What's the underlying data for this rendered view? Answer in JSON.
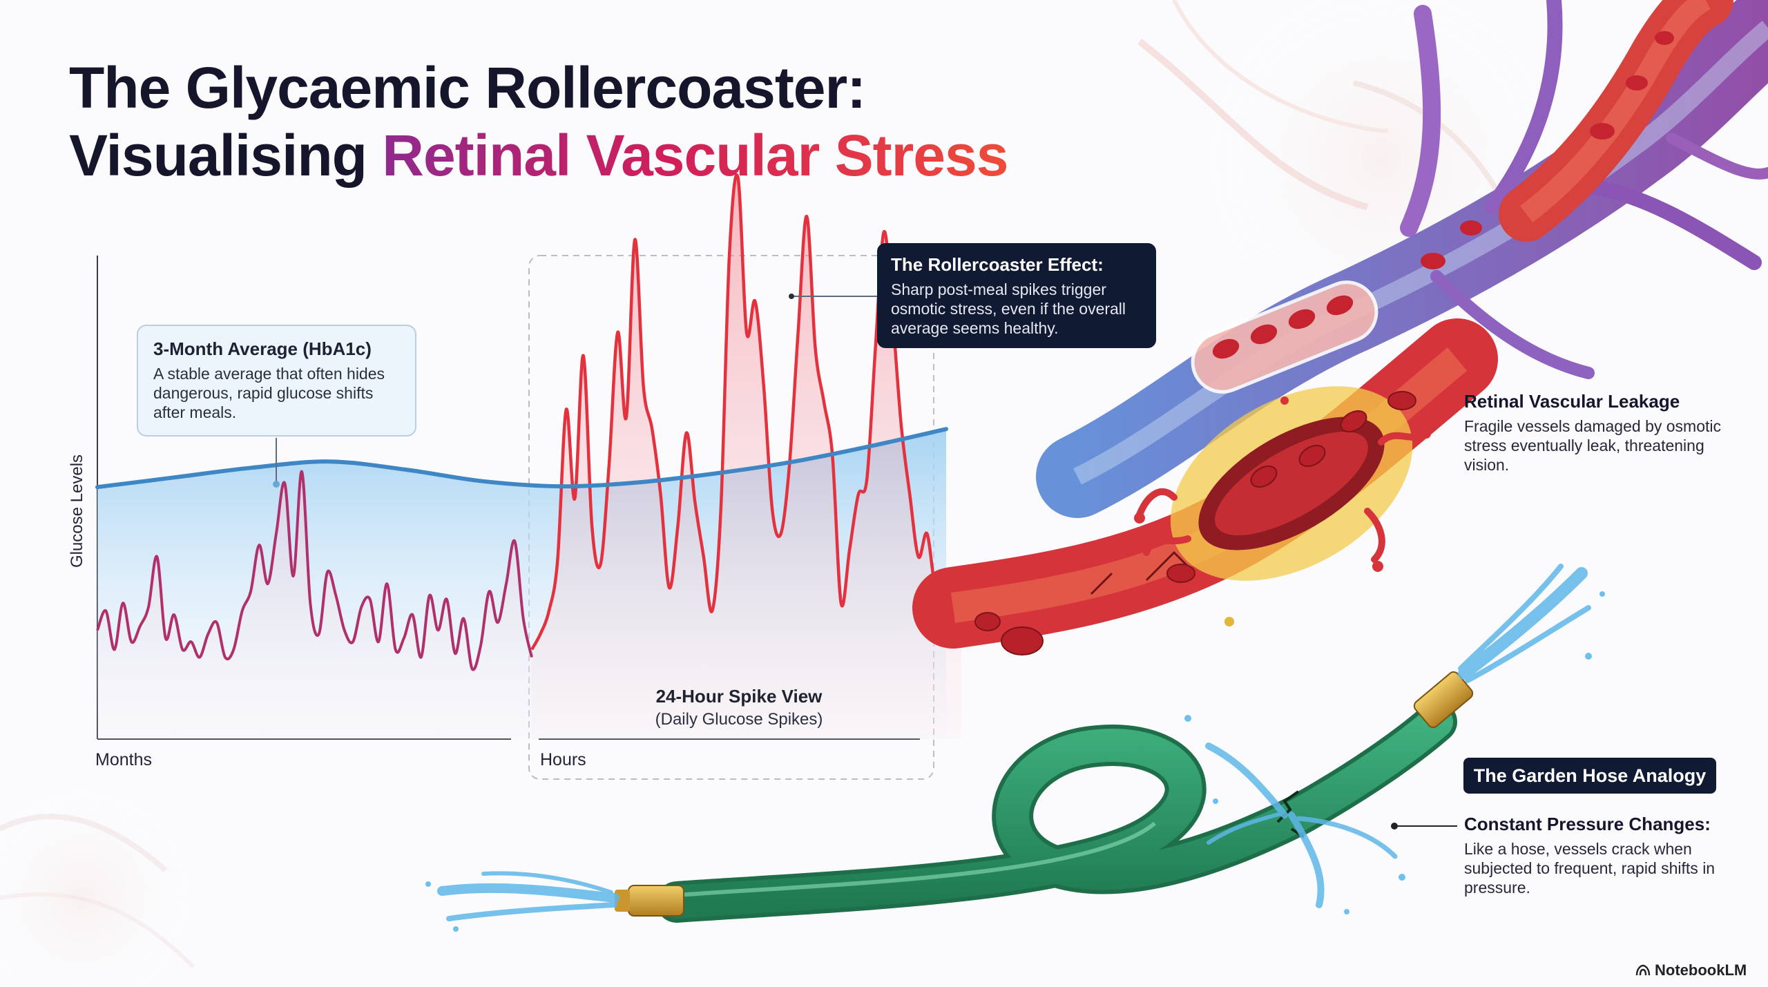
{
  "title": {
    "line1": "The Glycaemic Rollercoaster:",
    "line2_plain": "Visualising ",
    "line2_highlight": "Retinal Vascular Stress"
  },
  "average_callout": {
    "heading": "3-Month Average (HbA1c)",
    "body": "A stable average that often hides dangerous, rapid glucose shifts after meals."
  },
  "rollercoaster_callout": {
    "heading": "The Rollercoaster Effect:",
    "body": "Sharp post-meal spikes trigger osmotic stress, even if the overall average seems healthy."
  },
  "axes": {
    "y_label": "Glucose Levels",
    "x_label_left": "Months",
    "x_label_right": "Hours"
  },
  "spike_view": {
    "title": "24-Hour Spike View",
    "subtitle": "(Daily Glucose Spikes)"
  },
  "leakage_callout": {
    "heading": "Retinal Vascular Leakage",
    "body": "Fragile vessels damaged by osmotic stress eventually leak, threatening vision."
  },
  "hose": {
    "badge": "The Garden Hose Analogy",
    "heading": "Constant Pressure Changes:",
    "body": "Like a hose, vessels crack when subjected to frequent, rapid shifts in pressure."
  },
  "brand": "NotebookLM",
  "colors": {
    "average_line": "#3f86c4",
    "monthly_line": "#b0306b",
    "spike_line": "#e4313e",
    "dark_panel": "#111a33",
    "hose_green": "#2f9a6a",
    "vessel_red": "#d6343b"
  },
  "chart_data": {
    "type": "line",
    "series": [
      {
        "name": "3-Month Average (HbA1c)",
        "y": [
          58.0,
          60.5,
          63.0,
          64.6,
          62.5,
          59.5,
          58.2,
          59.2,
          61.5,
          64.5,
          68.5,
          73.0
        ]
      },
      {
        "name": "Daily Glucose",
        "y": [
          21,
          26,
          16,
          28,
          18,
          22,
          27,
          40,
          19,
          25,
          16,
          18,
          14,
          20,
          23,
          14,
          16,
          26,
          31,
          43,
          33,
          46,
          59,
          35,
          62,
          28,
          20,
          36,
          30,
          21,
          18,
          27,
          29,
          18,
          33,
          16,
          19,
          25,
          14,
          30,
          21,
          29,
          15,
          24,
          11,
          17,
          31,
          23,
          33,
          44,
          24,
          14
        ]
      },
      {
        "name": "24-Hour Spike View",
        "y": [
          16,
          20,
          26,
          39,
          78,
          55,
          92,
          48,
          38,
          64,
          98,
          76,
          122,
          84,
          73,
          56,
          32,
          48,
          72,
          54,
          40,
          26,
          52,
          118,
          138,
          98,
          106,
          84,
          52,
          46,
          64,
          98,
          128,
          94,
          80,
          66,
          28,
          42,
          56,
          60,
          94,
          124,
          102,
          74,
          56,
          40,
          46,
          32,
          36,
          26,
          22
        ]
      }
    ]
  }
}
